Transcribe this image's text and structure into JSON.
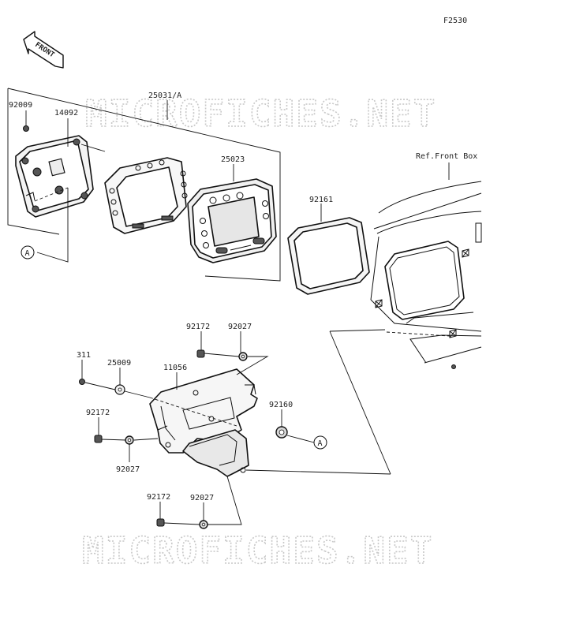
{
  "figure_code": "F2530",
  "front_arrow_label": "FRONT",
  "watermark": "MICROFICHES.NET",
  "reference_label": "Ref.Front Box",
  "callout_letter": "A",
  "part_labels": {
    "p92009": "92009",
    "p14092": "14092",
    "p25031": "25031/A",
    "p25023": "25023",
    "p92161": "92161",
    "p92172a": "92172",
    "p92027a": "92027",
    "p311": "311",
    "p25009": "25009",
    "p11056": "11056",
    "p92160": "92160",
    "p92172b": "92172",
    "p92027b": "92027",
    "p92172c": "92172",
    "p92027c": "92027"
  },
  "colors": {
    "line": "#111111",
    "watermark": "#c8c8c8",
    "background": "#ffffff"
  }
}
